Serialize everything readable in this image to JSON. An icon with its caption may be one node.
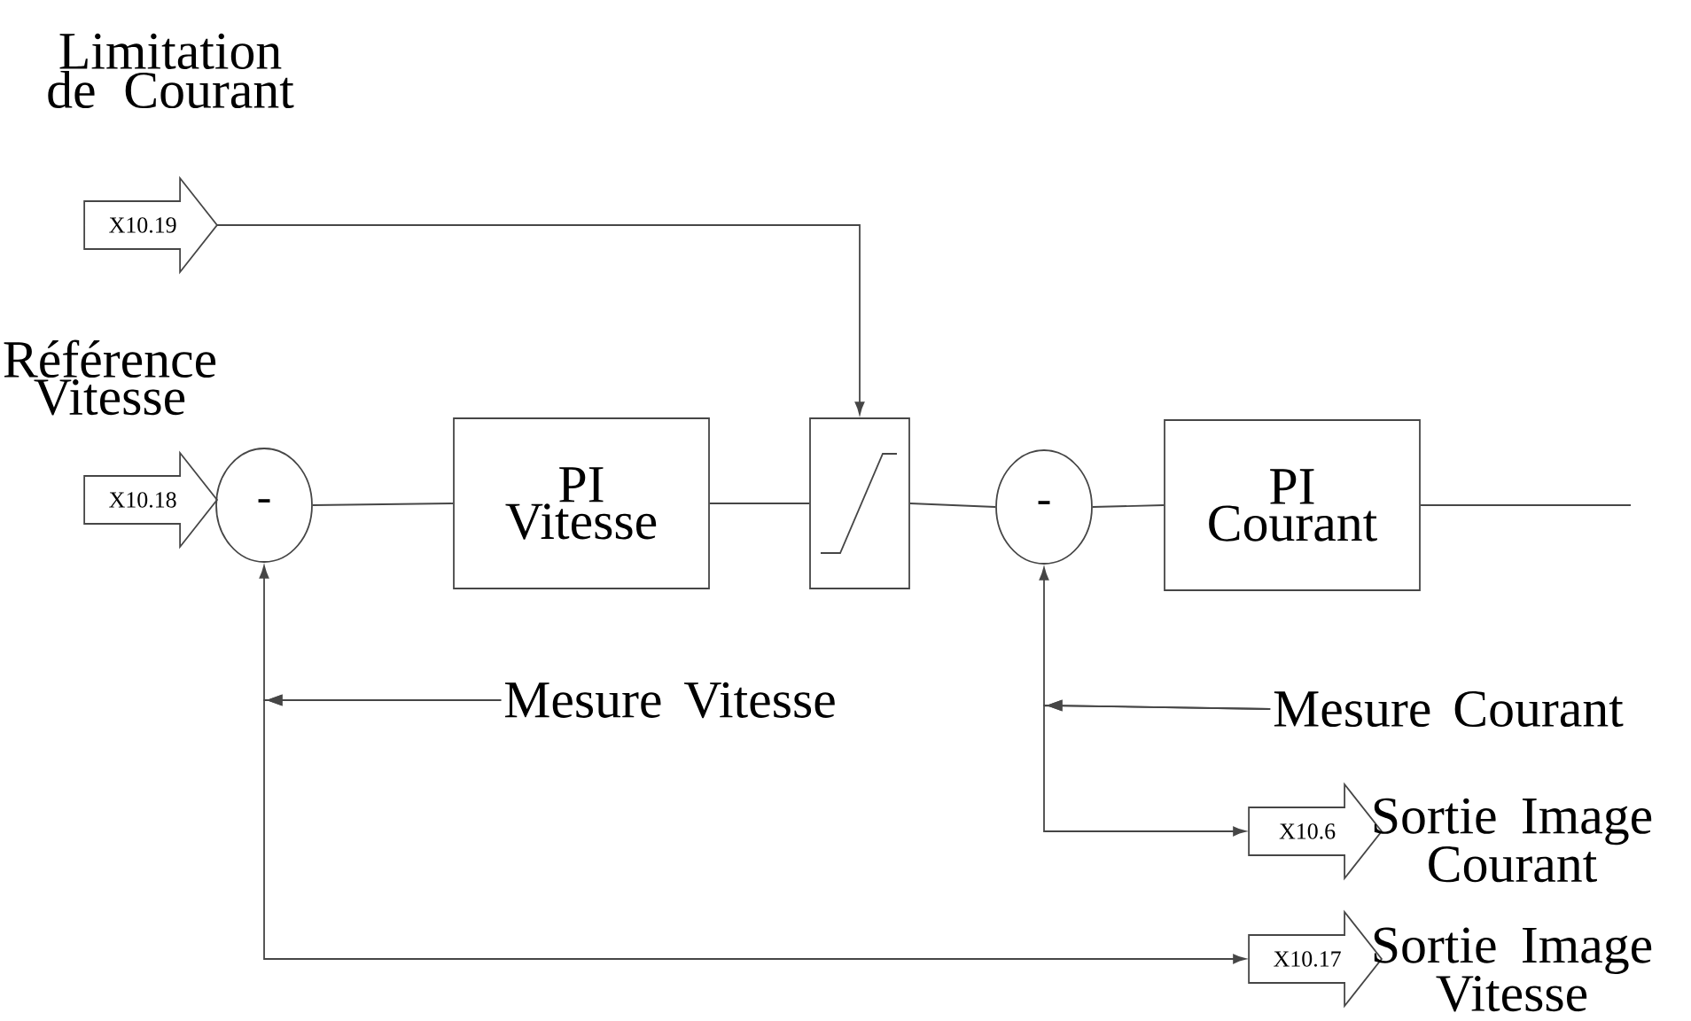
{
  "diagram": {
    "nodes": [
      {
        "text": [
          "X10.19"
        ],
        "beside": [
          "Limitation de Courant"
        ]
      },
      {
        "text": [
          "X10.18"
        ],
        "beside": [
          "Référence Vitesse"
        ]
      },
      {
        "text": [
          "-"
        ]
      },
      {
        "text": [
          "PI Vitesse"
        ]
      },
      {
        "text": [],
        "shape": "box"
      },
      {
        "text": [
          "-"
        ]
      },
      {
        "text": [
          "PI Courant"
        ]
      },
      {
        "text": [
          "Mesure Vitesse"
        ]
      },
      {
        "text": [
          "Mesure Courant"
        ]
      },
      {
        "text": [
          "X10.6"
        ],
        "beside": [
          "Sortie Image Courant"
        ]
      },
      {
        "text": [
          "X10.17"
        ],
        "beside": [
          "Sortie Image Vitesse"
        ]
      }
    ],
    "edges": [
      {
        "from": 0,
        "to": 4,
        "arrow": "to"
      },
      {
        "from": 2,
        "to": 3,
        "arrow": "none"
      },
      {
        "from": 3,
        "to": 4,
        "arrow": "none"
      },
      {
        "from": 4,
        "to": 5,
        "arrow": "none"
      },
      {
        "from": 5,
        "to": 6,
        "arrow": "none"
      },
      {
        "from": 6,
        "to": null,
        "arrow": "none"
      },
      {
        "from": 7,
        "to": 2,
        "arrow": "to"
      },
      {
        "from": 7,
        "to": 10,
        "arrow": "to"
      },
      {
        "from": 8,
        "to": 5,
        "arrow": "to"
      },
      {
        "from": 8,
        "to": 9,
        "arrow": "to"
      }
    ]
  }
}
